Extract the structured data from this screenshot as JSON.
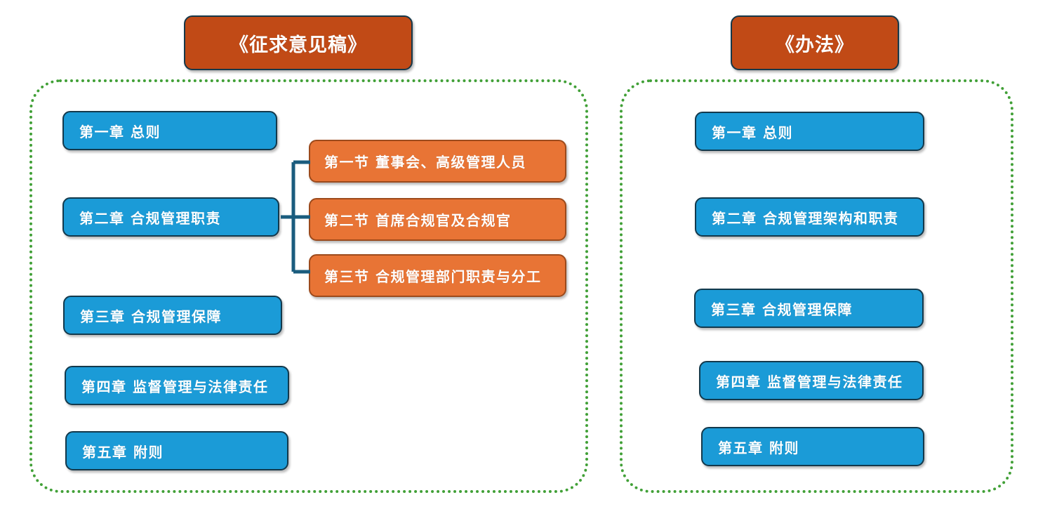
{
  "diagram": {
    "title_left": "《征求意见稿》",
    "title_right": "《办法》",
    "accent_colors": {
      "title_orange": "#C14A16",
      "chapter_blue": "#1B9BD7",
      "section_orange": "#E87435",
      "group_border_green": "#41A037",
      "connector_teal": "#1A5C7E",
      "box_border_navy": "#13394C",
      "text_white": "#FFFFFF"
    },
    "left_panel": {
      "chapters": [
        {
          "label": "第一章  总则"
        },
        {
          "label": "第二章  合规管理职责"
        },
        {
          "label": "第三章  合规管理保障"
        },
        {
          "label": "第四章  监督管理与法律责任"
        },
        {
          "label": "第五章  附则"
        }
      ],
      "sections": [
        {
          "label": "第一节  董事会、高级管理人员"
        },
        {
          "label": "第二节  首席合规官及合规官"
        },
        {
          "label": "第三节  合规管理部门职责与分工"
        }
      ]
    },
    "right_panel": {
      "chapters": [
        {
          "label": "第一章  总则"
        },
        {
          "label": "第二章  合规管理架构和职责"
        },
        {
          "label": "第三章  合规管理保障"
        },
        {
          "label": "第四章  监督管理与法律责任"
        },
        {
          "label": "第五章  附则"
        }
      ]
    }
  }
}
